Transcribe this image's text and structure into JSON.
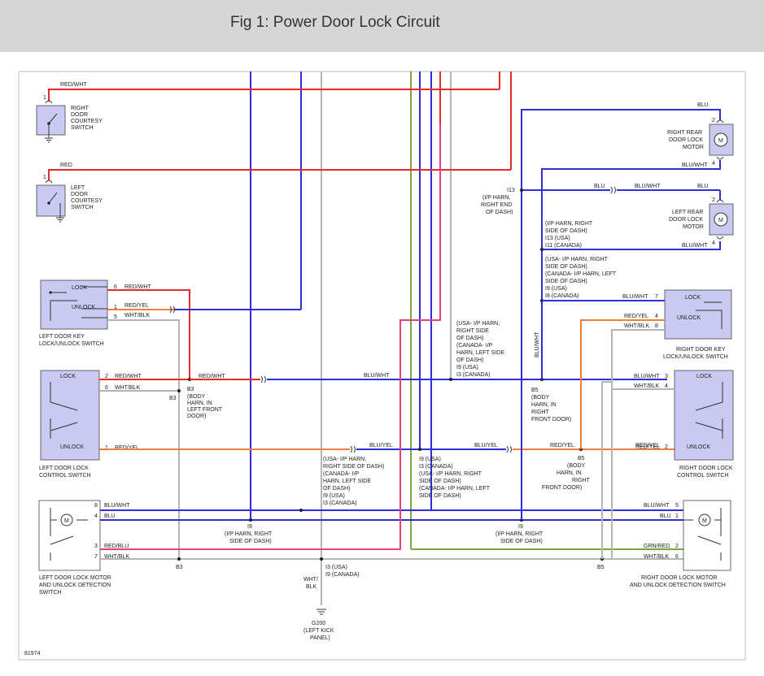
{
  "title": "Fig 1: Power Door Lock Circuit",
  "figure_id": "81974",
  "colors": {
    "red": "#e52b2b",
    "blue": "#2f2fd9",
    "gray": "#b5b5b5",
    "orange": "#f07d3a",
    "pink": "#e8407e",
    "green": "#78a73a",
    "component_fill": "#c9c9f2",
    "banner": "#d6d6d6"
  },
  "labels": {
    "wire_redwht_top": "RED/WHT",
    "wire_red_top": "RED",
    "pin_1a": "1",
    "pin_1b": "1",
    "right_courtesy_1": "RIGHT",
    "right_courtesy_2": "DOOR",
    "right_courtesy_3": "COURTESY",
    "right_courtesy_4": "SWITCH",
    "left_courtesy_1": "LEFT",
    "left_courtesy_2": "DOOR",
    "left_courtesy_3": "COURTESY",
    "left_courtesy_4": "SWITCH",
    "lock": "LOCK",
    "unlock": "UNLOCK",
    "lks_p6": "6",
    "lks_p1": "1",
    "lks_p5": "5",
    "lks_w6": "RED/WHT",
    "lks_w1": "RED/YEL",
    "lks_w5": "WHT/BLK",
    "lks_name_1": "LEFT DOOR KEY",
    "lks_name_2": "LOCK/UNLOCK SWITCH",
    "lcs_p2": "2",
    "lcs_p6": "6",
    "lcs_p1": "1",
    "lcs_w2": "RED/WHT",
    "lcs_w6": "WHT/BLK",
    "lcs_w1": "RED/YEL",
    "b3_a": "B3",
    "b3_b": "B3",
    "b3_c": "B3",
    "b3_desc_1": "(BODY",
    "b3_desc_2": "HARN, IN",
    "b3_desc_3": "LEFT FRONT",
    "b3_desc_4": "DOOR)",
    "redwht_b3": "RED/WHT",
    "blu_wht_mid": "BLU/WHT",
    "lcs_name_1": "LEFT DOOR LOCK",
    "lcs_name_2": "CONTROL SWITCH",
    "blu_yel_1": "BLU/YEL",
    "blu_yel_2": "BLU/YEL",
    "red_yel_r": "RED/YEL",
    "red_yel_r2": "RED/YEL",
    "lm_p8": "8",
    "lm_p4": "4",
    "lm_p3": "3",
    "lm_p7": "7",
    "lm_w8": "BLU/WHT",
    "lm_w4": "BLU",
    "lm_w3": "RED/BLU",
    "lm_w7": "WHT/BLK",
    "lm_name_1": "LEFT DOOR LOCK MOTOR",
    "lm_name_2": "AND UNLOCK DETECTION",
    "lm_name_3": "SWITCH",
    "motor_m": "M",
    "i9_l1": "I9",
    "i9_l2": "(I/P HARN, RIGHT",
    "i9_l3": "SIDE OF DASH)",
    "i9_r1": "I9",
    "i9_r2": "(I/P HARN, RIGHT",
    "i9_r3": "SIDE OF DASH)",
    "gnd_1": "I3 (USA)",
    "gnd_2": "I9 (CANADA)",
    "gnd_3": "WHT/",
    "gnd_4": "BLK",
    "g200_1": "G200",
    "g200_2": "(LEFT KICK",
    "g200_3": "PANEL)",
    "mid_box": [
      "(USA- I/P HARN,",
      "RIGHT SIDE OF DASH)",
      "(CANADA- I/P",
      "HARN, LEFT SIDE",
      "OF DASH)",
      "I9 (USA)",
      "I3 (CANADA)"
    ],
    "mid_box2": [
      "I9 (USA)",
      "I3 (CANADA)",
      "(USA- I/P HARN, RIGHT",
      "SIDE OF DASH)",
      "(CANADA- I/P HARN, LEFT",
      "SIDE OF DASH)"
    ],
    "upper_mid": [
      "(USA- I/P HARN,",
      "RIGHT SIDE",
      "OF DASH)",
      "(CANADA- I/P",
      "HARN, LEFT SIDE",
      "OF DASH)",
      "I9 (USA)",
      "I3 (CANADA)"
    ],
    "i13_1": "I13",
    "i13_2": "(I/P HARN,",
    "i13_3": "RIGHT END",
    "i13_4": "OF DASH)",
    "ip_right": [
      "(I/P HARN, RIGHT",
      "SIDE OF DASH)",
      "I13 (USA)",
      "I11 (CANADA)"
    ],
    "ip_right2": [
      "(USA- I/P HARN, RIGHT",
      "SIDE OF DASH)",
      "(CANADA- I/P HARN, LEFT",
      "SIDE OF DASH)",
      "I9 (USA)",
      "I8 (CANADA)"
    ],
    "blu_wht_vert": "BLU/WHT",
    "blu": "BLU",
    "blu_wht_a": "BLU/WHT",
    "blu_wht_b": "BLU/WHT",
    "blu_b": "BLU",
    "blu_c": "BLU",
    "blu_wht_c": "BLU/WHT",
    "rr_p2": "2",
    "rr_p4": "4",
    "lr_p2": "2",
    "lr_p4": "4",
    "rr_name": [
      "RIGHT REAR",
      "DOOR LOCK",
      "MOTOR"
    ],
    "lr_name": [
      "LEFT REAR",
      "DOOR LOCK",
      "MOTOR"
    ],
    "rks_p7": "7",
    "rks_p4": "4",
    "rks_p8": "8",
    "rks_w7": "BLU/WHT",
    "rks_w4": "RED/YEL",
    "rks_w8": "WHT/BLK",
    "rks_name_1": "RIGHT DOOR KEY",
    "rks_name_2": "LOCK/UNLOCK SWITCH",
    "rcs_p3": "3",
    "rcs_p4": "4",
    "rcs_p2": "2",
    "rcs_w3": "BLU/WHT",
    "rcs_w4": "WHT/BLK",
    "rcs_w2": "RED/YEL",
    "b5_a": "B5",
    "b5_desc": [
      "(BODY",
      "HARN, IN",
      "RIGHT",
      "FRONT DOOR)"
    ],
    "b5_b": "B5",
    "b5_desc2": [
      "(BODY",
      "HARN, IN",
      "RIGHT",
      "FRONT DOOR)"
    ],
    "b5_c": "B5",
    "rcs_name_1": "RIGHT DOOR LOCK",
    "rcs_name_2": "CONTROL SWITCH",
    "rm_p5": "5",
    "rm_p1": "1",
    "rm_p2": "2",
    "rm_p6": "6",
    "rm_w5": "BLU/WHT",
    "rm_w1": "BLU",
    "rm_w2": "GRN/RED",
    "rm_w6": "WHT/BLK",
    "rm_name_1": "RIGHT DOOR LOCK MOTOR",
    "rm_name_2": "AND UNLOCK DETECTION SWITCH"
  }
}
